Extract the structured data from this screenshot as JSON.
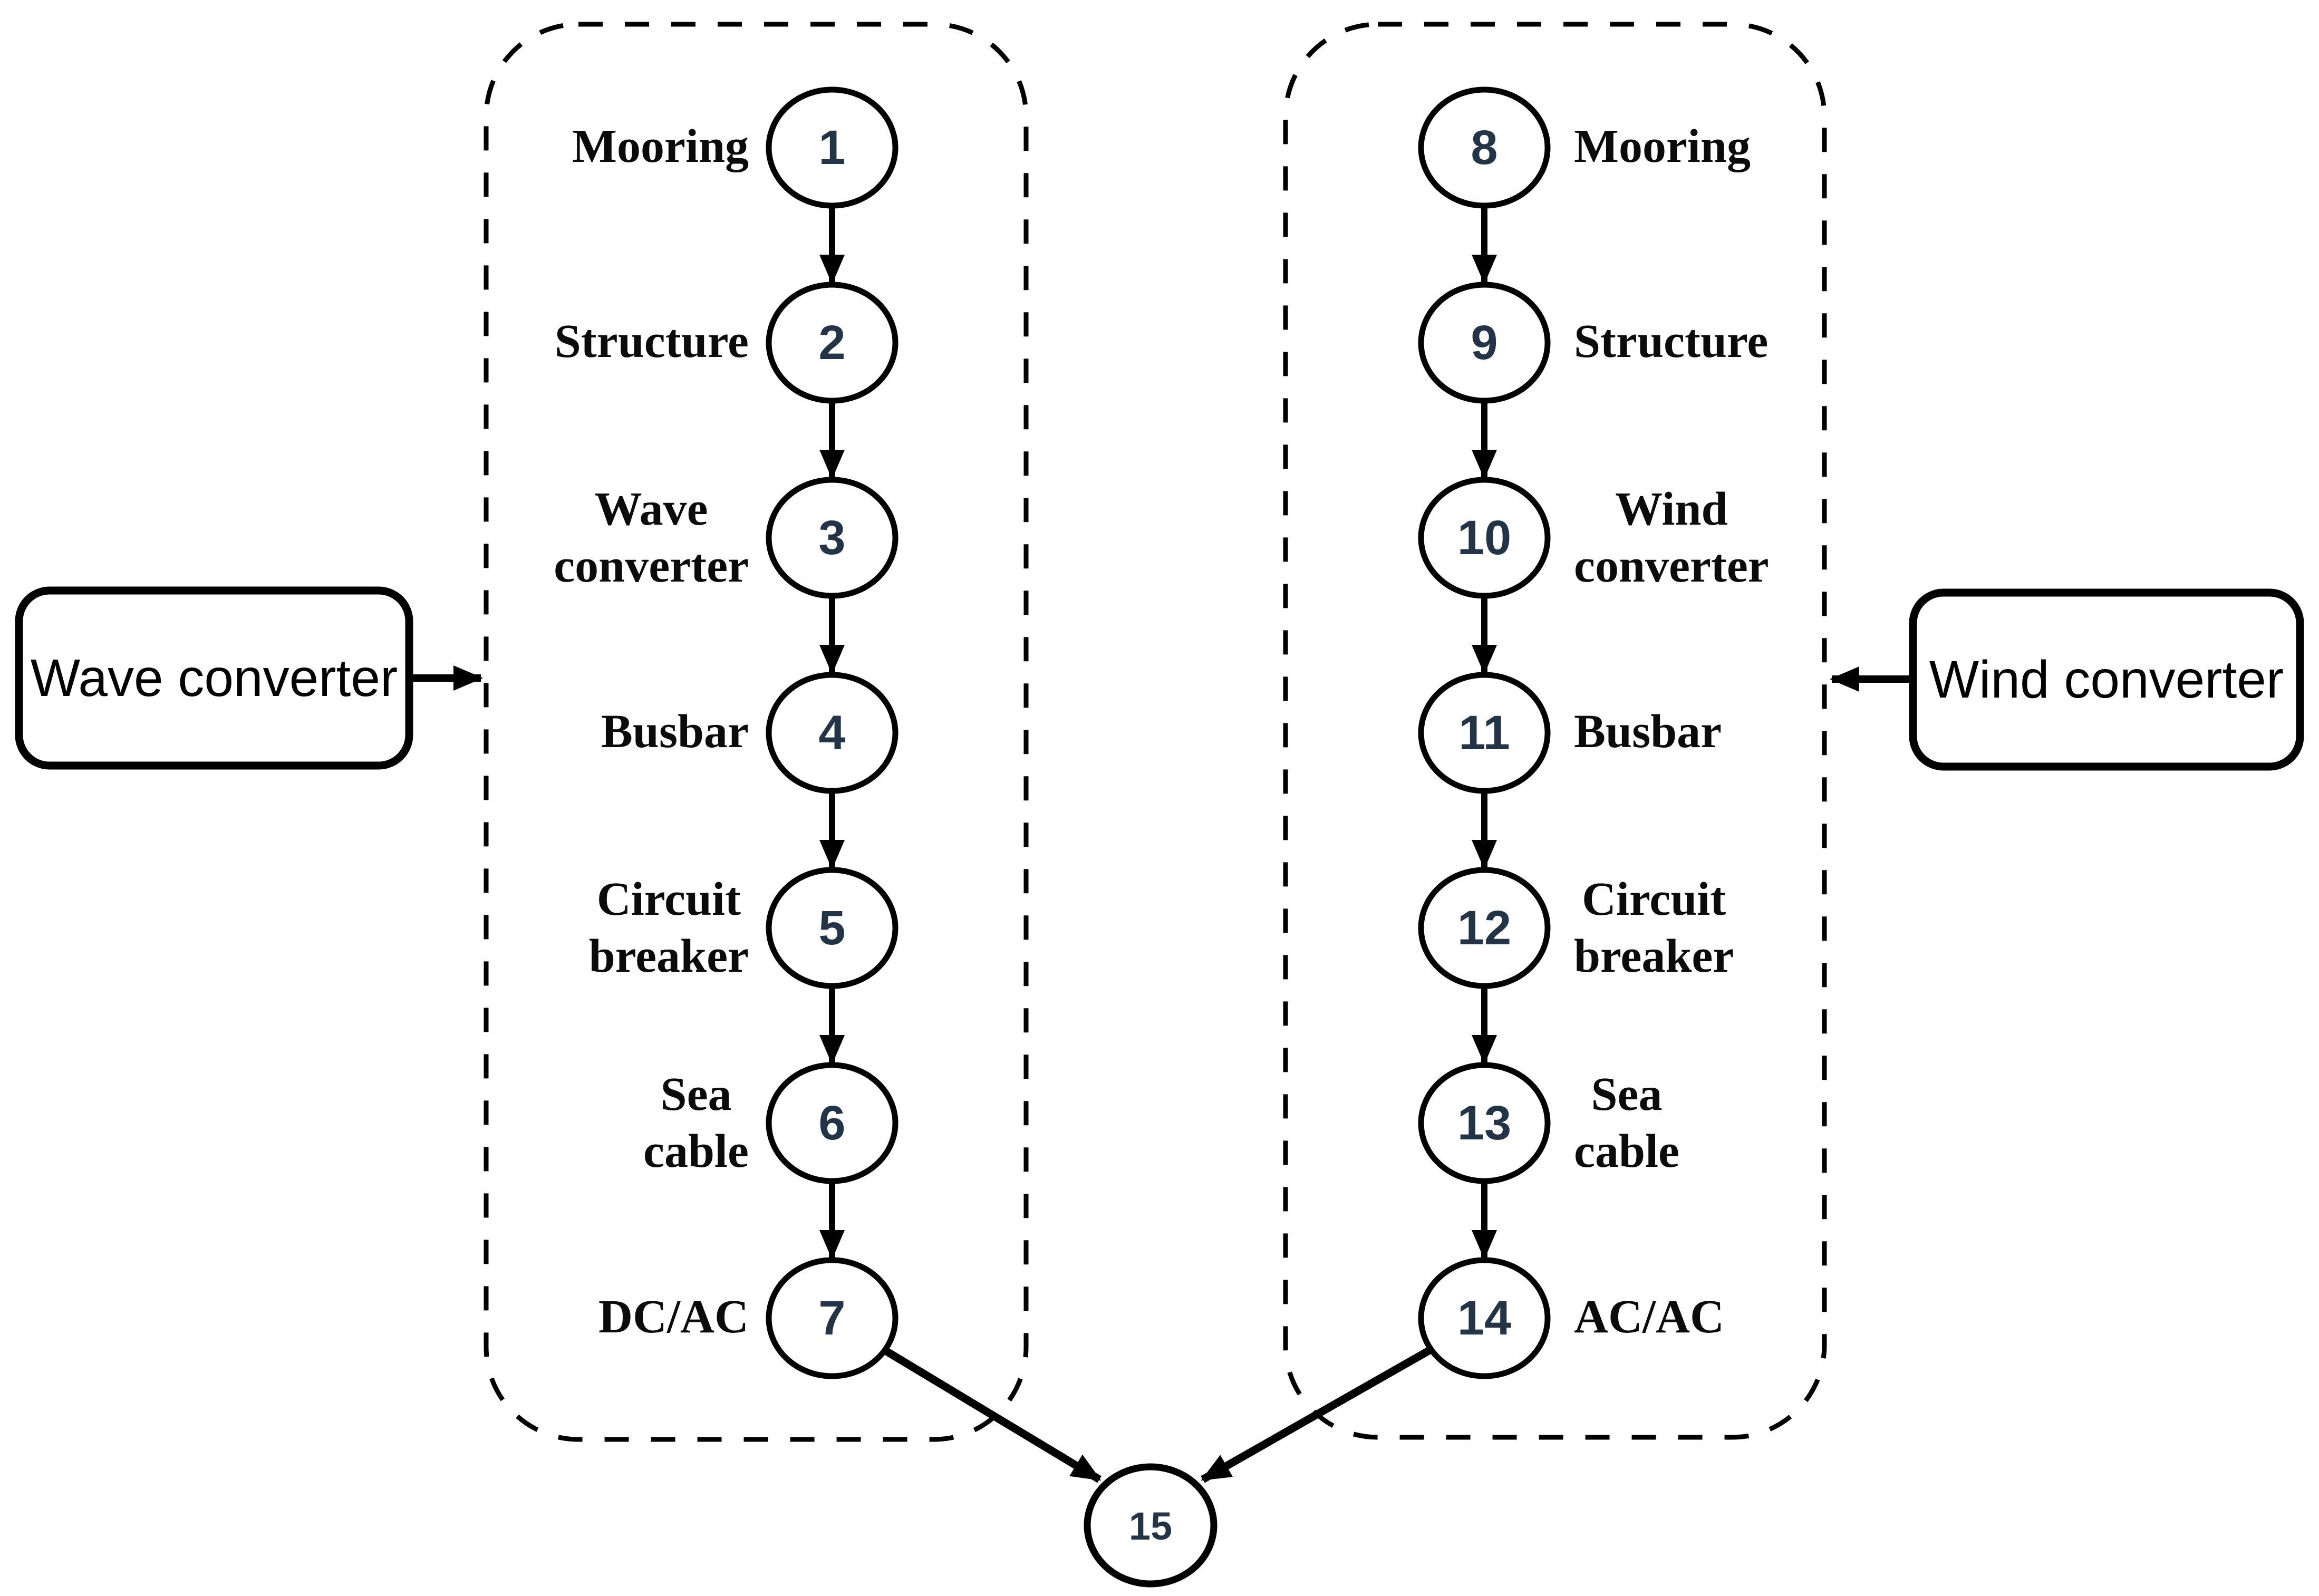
{
  "colors": {
    "stroke": "#000000",
    "number": "#243447",
    "label": "#0b0b0b",
    "background": "#ffffff"
  },
  "external": {
    "wave": {
      "label": "Wave converter"
    },
    "wind": {
      "label": "Wind converter"
    }
  },
  "chains": {
    "wave": {
      "nodes": [
        {
          "num": "1",
          "line1": "Mooring"
        },
        {
          "num": "2",
          "line1": "Structure"
        },
        {
          "num": "3",
          "line1": "Wave",
          "line2": "converter"
        },
        {
          "num": "4",
          "line1": "Busbar"
        },
        {
          "num": "5",
          "line1": "Circuit",
          "line2": "breaker"
        },
        {
          "num": "6",
          "line1": "Sea",
          "line2": "cable"
        },
        {
          "num": "7",
          "line1": "DC/AC"
        }
      ]
    },
    "wind": {
      "nodes": [
        {
          "num": "8",
          "line1": "Mooring"
        },
        {
          "num": "9",
          "line1": "Structure"
        },
        {
          "num": "10",
          "line1": "Wind",
          "line2": "converter"
        },
        {
          "num": "11",
          "line1": "Busbar"
        },
        {
          "num": "12",
          "line1": "Circuit",
          "line2": "breaker"
        },
        {
          "num": "13",
          "line1": "Sea",
          "line2": "cable"
        },
        {
          "num": "14",
          "line1": "AC/AC"
        }
      ]
    }
  },
  "sink": {
    "num": "15"
  }
}
